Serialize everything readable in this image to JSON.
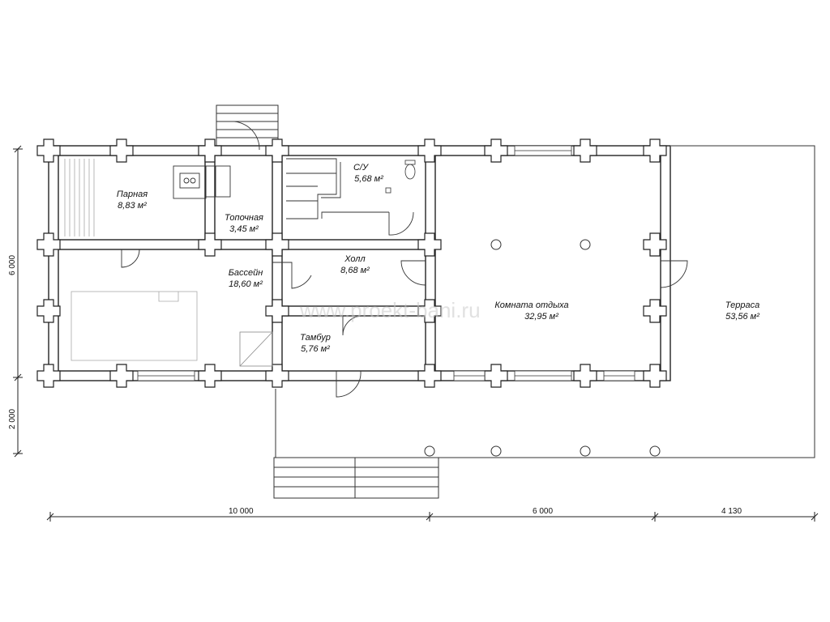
{
  "rooms": [
    {
      "id": "parnaya",
      "name": "Парная",
      "area": "8,83 м²"
    },
    {
      "id": "topochnaya",
      "name": "Топочная",
      "area": "3,45 м²"
    },
    {
      "id": "su",
      "name": "С/У",
      "area": "5,68 м²"
    },
    {
      "id": "holl",
      "name": "Холл",
      "area": "8,68 м²"
    },
    {
      "id": "basseyn",
      "name": "Бассейн",
      "area": "18,60 м²"
    },
    {
      "id": "tambur",
      "name": "Тамбур",
      "area": "5,76 м²"
    },
    {
      "id": "komnata",
      "name": "Комната отдыха",
      "area": "32,95 м²"
    },
    {
      "id": "terrasa",
      "name": "Терраса",
      "area": "53,56 м²"
    }
  ],
  "dimensions": {
    "horizontal": [
      "10 000",
      "6 000",
      "4 130"
    ],
    "vertical": [
      "6 000",
      "2 000"
    ]
  },
  "watermark": "www.proekt-bani.ru"
}
